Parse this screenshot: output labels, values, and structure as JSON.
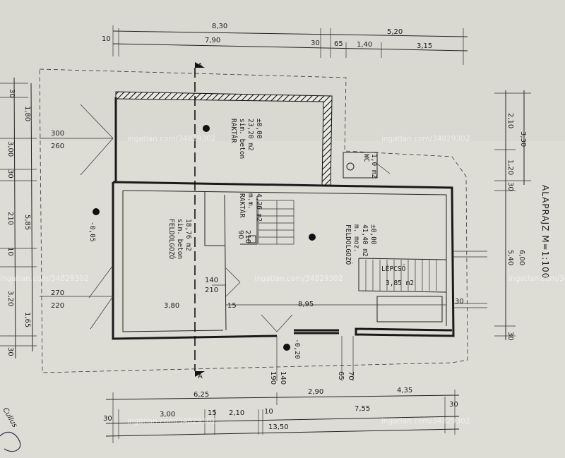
{
  "drawing": {
    "title": "ALAPRAJZ M=1:100",
    "section_marker": "A",
    "watermark": "ingatlan.com/34829302",
    "side_note": "Cullus"
  },
  "top_dims": {
    "overall_left": "8,30",
    "overall_right": "5,20",
    "left_small": "10",
    "main_left": "7,90",
    "seg_30": "30",
    "seg_65": "65",
    "seg_140": "1,40",
    "seg_315": "3,15"
  },
  "left_dims": {
    "d_30_top": "30",
    "d_180": "1,80",
    "d_300": "3,00",
    "d_30_mid": "30",
    "d_210": "210",
    "d_10": "10",
    "d_585": "5,85",
    "d_320": "3,20",
    "d_165": "1,65",
    "d_30_bot": "30"
  },
  "right_dims": {
    "r_330": "3,30",
    "r_210": "2,10",
    "r_120": "1,20",
    "r_30": "30",
    "r_600": "6,00",
    "r_540": "5,40",
    "r_30_bot": "30"
  },
  "bottom_dims": {
    "b_625": "6,25",
    "b_290": "2,90",
    "b_435": "4,35",
    "b_30_left": "30",
    "b_300": "3,00",
    "b_15": "15",
    "b_210": "2,10",
    "b_10": "10",
    "b_755": "7,55",
    "b_30_right": "30",
    "b_1350": "13,50"
  },
  "interior_dims": {
    "i_300": "300",
    "i_260": "260",
    "i_270": "270",
    "i_220": "220",
    "i_380": "3,80",
    "i_140": "140",
    "i_210": "210",
    "i_15": "15",
    "i_895": "8,95",
    "i_30": "30",
    "i_90": "90",
    "i_210b": "210",
    "i_190": "190",
    "i_140b": "140",
    "i_70": "70",
    "i_65": "65"
  },
  "levels": {
    "raktar_level": "±0,00",
    "left_outside": "-0,05",
    "feld_big_level": "±0,00",
    "entrance_level": "-0,20"
  },
  "rooms": {
    "raktar_big": {
      "name": "RAKTÁR",
      "finish": "sim. beton",
      "area": "23,20 m2"
    },
    "raktar_small": {
      "name": "RAKTÁR",
      "finish": "m.m.",
      "area": "4,26 m2"
    },
    "wc": {
      "name": "WC",
      "area": "1,0 m2"
    },
    "feld_left": {
      "name": "FELDOLGOZÓ",
      "finish": "sim. beton",
      "area": "18,76 m2"
    },
    "feld_big": {
      "name": "FELDOLGOZÓ",
      "finish": "m. moz.",
      "area": "41,40 m2"
    },
    "lepcso": {
      "name": "LÉPCSŐ",
      "area": "3,85 m2"
    }
  }
}
